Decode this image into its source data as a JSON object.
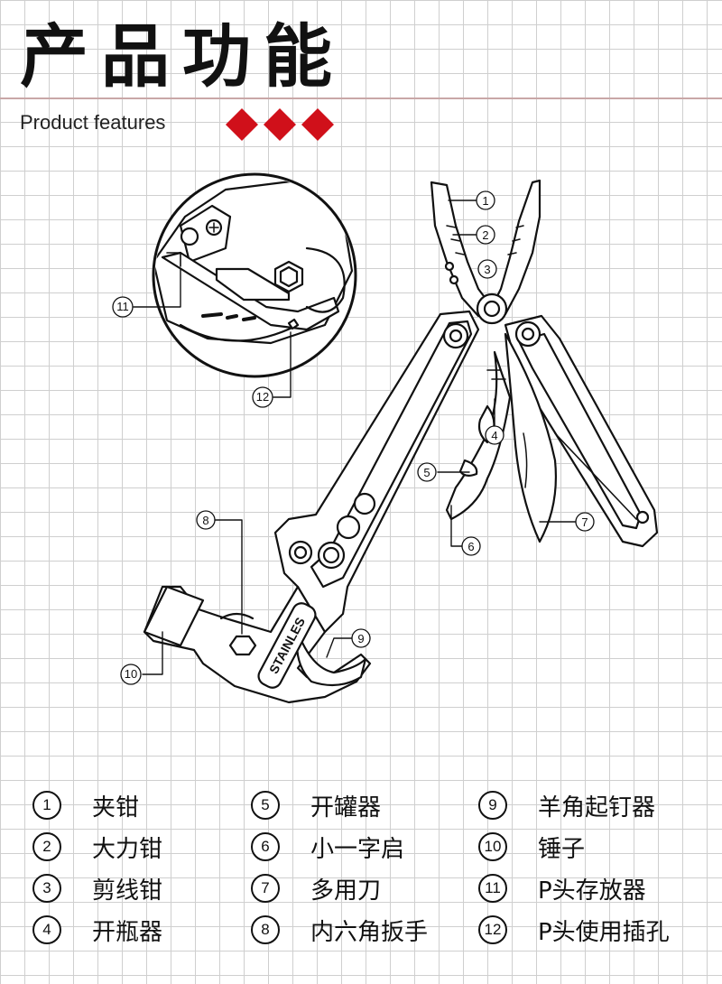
{
  "header": {
    "title": "产品功能",
    "subtitle": "Product features",
    "accent_color": "#d0101a"
  },
  "callouts": [
    {
      "num": "1"
    },
    {
      "num": "2"
    },
    {
      "num": "3"
    },
    {
      "num": "4"
    },
    {
      "num": "5"
    },
    {
      "num": "6"
    },
    {
      "num": "7"
    },
    {
      "num": "8"
    },
    {
      "num": "9"
    },
    {
      "num": "10"
    },
    {
      "num": "11"
    },
    {
      "num": "12"
    }
  ],
  "diagram": {
    "stamp_text": "STAINLES"
  },
  "legend": [
    {
      "num": "1",
      "label": "夹钳"
    },
    {
      "num": "2",
      "label": "大力钳"
    },
    {
      "num": "3",
      "label": "剪线钳"
    },
    {
      "num": "4",
      "label": "开瓶器"
    },
    {
      "num": "5",
      "label": "开罐器"
    },
    {
      "num": "6",
      "label": "小一字启"
    },
    {
      "num": "7",
      "label": "多用刀"
    },
    {
      "num": "8",
      "label": "内六角扳手"
    },
    {
      "num": "9",
      "label": "羊角起钉器"
    },
    {
      "num": "10",
      "label": "锤子"
    },
    {
      "num": "11",
      "label": "P头存放器"
    },
    {
      "num": "12",
      "label": "P头使用插孔"
    }
  ]
}
